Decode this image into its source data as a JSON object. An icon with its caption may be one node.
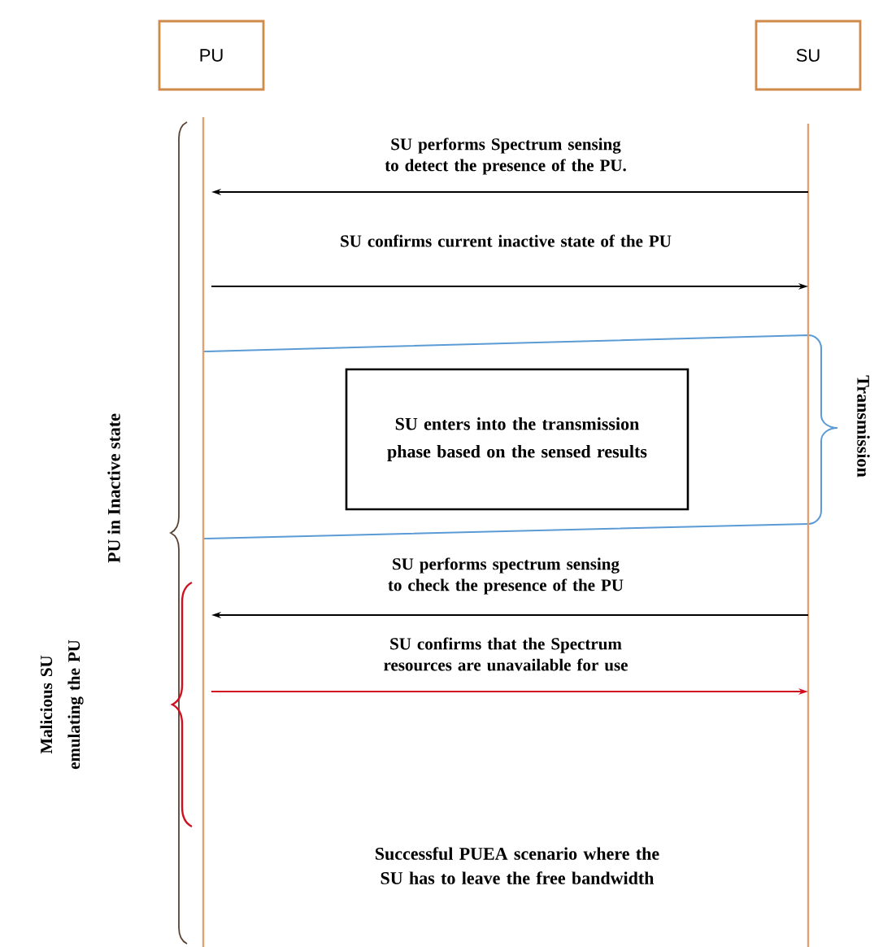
{
  "diagram": {
    "nodes": [
      {
        "text": [
          "PU"
        ]
      },
      {
        "text": [
          "SU"
        ]
      },
      {
        "text": [
          "SU enters into the transmission phase based on the sensed results"
        ]
      }
    ],
    "edges": [
      {
        "from": 1,
        "to": 0,
        "arrow": "to",
        "label": "SU performs Spectrum sensing to detect the presence of the PU."
      },
      {
        "from": 0,
        "to": 1,
        "arrow": "to",
        "label": "SU confirms current inactive state of the PU"
      },
      {
        "from": 1,
        "to": 0,
        "arrow": "to",
        "label": "SU performs spectrum sensing to check the presence of the PU"
      },
      {
        "from": 0,
        "to": 1,
        "arrow": "to",
        "label": "SU confirms that the Spectrum resources are unavailable for use",
        "color": "#d01020"
      }
    ],
    "labels": [
      "PU in Inactive state",
      "Transmission",
      "Malicious SU emulating the PU",
      "Successful PUEA scenario where the SU has to leave the free bandwidth"
    ]
  }
}
